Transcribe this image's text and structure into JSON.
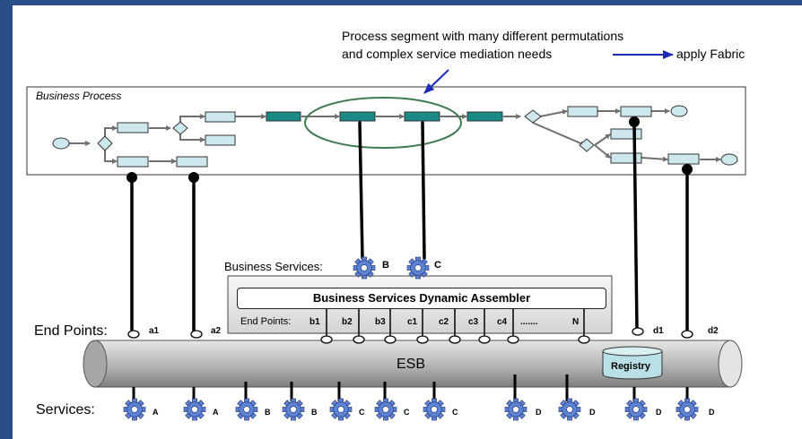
{
  "annotation": {
    "line1": "Process segment with many different permutations",
    "line2": "and complex service mediation needs",
    "arrow_target": "apply Fabric"
  },
  "business_process": {
    "title": "Business  Process"
  },
  "business_services": {
    "label": "Business Services:",
    "items": [
      "B",
      "C"
    ]
  },
  "assembler": {
    "title": "Business Services Dynamic Assembler",
    "endpoints_label": "End Points:",
    "endpoints": [
      "b1",
      "b2",
      "b3",
      "c1",
      "c2",
      "c3",
      "c4",
      ".......",
      "N"
    ]
  },
  "end_points": {
    "label": "End Points:",
    "names": [
      "a1",
      "a2",
      "d1",
      "d2"
    ]
  },
  "esb": {
    "label": "ESB",
    "registry": "Registry"
  },
  "services": {
    "label": "Services:",
    "letters": [
      "A",
      "A",
      "B",
      "B",
      "C",
      "C",
      "C",
      "D",
      "D",
      "D",
      "D"
    ]
  },
  "colors": {
    "background": "#2a4f86",
    "task_fill": "#cce8ec",
    "highlight_task_fill": "#1a8a87",
    "oval_stroke": "#3f7a50",
    "gear": "#5e82d2",
    "esb_fill": "#b4b4b4"
  }
}
